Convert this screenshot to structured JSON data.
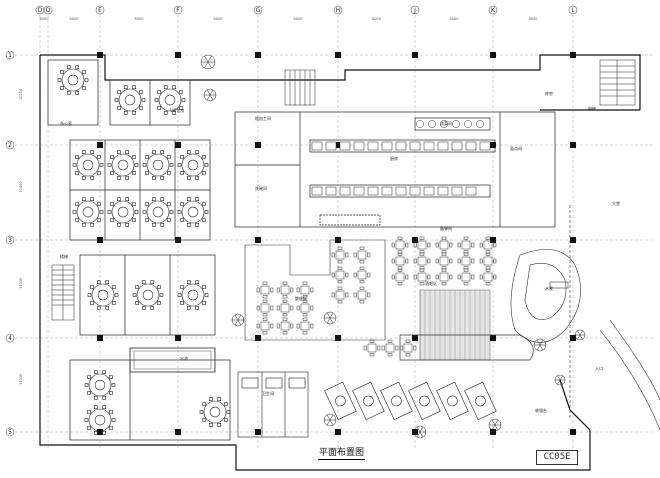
{
  "grid": {
    "cols": [
      "D",
      "D",
      "E",
      "F",
      "G",
      "H",
      "J",
      "K",
      "L"
    ],
    "rows": [
      "1",
      "2",
      "3",
      "4",
      "5"
    ],
    "col_dims": [
      "6000",
      "8000",
      "8000",
      "8000",
      "8000",
      "8000",
      "8000",
      "8000"
    ],
    "row_dims": [
      "10250",
      "11000",
      "11000",
      "11000"
    ]
  },
  "rooms": {
    "vip_room": "VIP包房",
    "stair": "楼梯",
    "kitchen_main": "厨房",
    "prep": "粗加工间",
    "dining_hall": "散座区",
    "lobby": "大堂",
    "entrance": "入口",
    "bar": "酒吧区",
    "reception": "收银台",
    "toilet": "卫生间",
    "office": "办公室",
    "storage": "库房",
    "water_feature": "水景",
    "pool": "水池",
    "elevator": "电梯",
    "service": "备餐间",
    "cold_dish": "凉菜间",
    "dessert": "面点间",
    "wash": "洗碗间"
  },
  "title": "平面布置图",
  "stamp": "CC05E"
}
